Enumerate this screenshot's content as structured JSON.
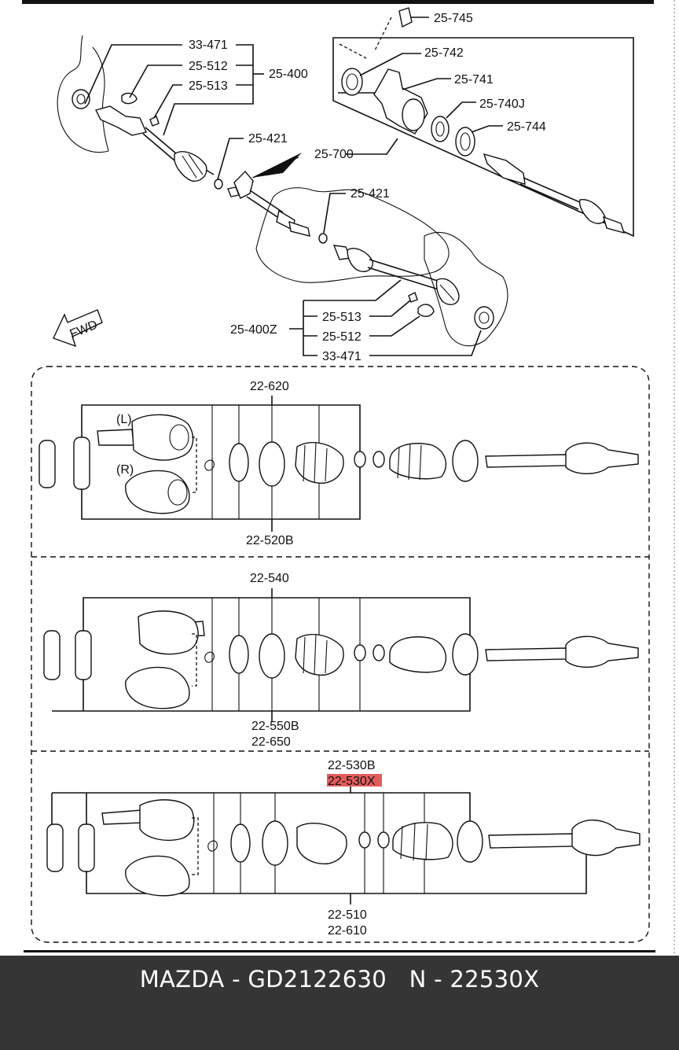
{
  "labels": {
    "p33_471_top": "33-471",
    "p25_512_top": "25-512",
    "p25_513_top": "25-513",
    "p25_400": "25-400",
    "p25_421_a": "25-421",
    "p25_745": "25-745",
    "p25_742": "25-742",
    "p25_741": "25-741",
    "p25_740j": "25-740J",
    "p25_744": "25-744",
    "p25_700": "25-700",
    "p25_421_b": "25-421",
    "p25_513_bot": "25-513",
    "p25_400z": "25-400Z",
    "p25_512_bot": "25-512",
    "p33_471_bot": "33-471",
    "fwd": "FWD",
    "s1_top": "22-620",
    "s1_left": "(L)",
    "s1_right": "(R)",
    "s1_bottom": "22-520B",
    "s2_top": "22-540",
    "s2_bottom_a": "22-550B",
    "s2_bottom_b": "22-650",
    "s3_top": "22-530B",
    "s3_highlight": "22-530X",
    "s3_bottom_a": "22-510",
    "s3_bottom_b": "22-610"
  },
  "colors": {
    "highlight": "#e35d5d",
    "footer_bg": "#353535",
    "footer_text": "#ffffff"
  },
  "footer": {
    "text": "MAZDA - GD2122630   N - 22530X"
  }
}
